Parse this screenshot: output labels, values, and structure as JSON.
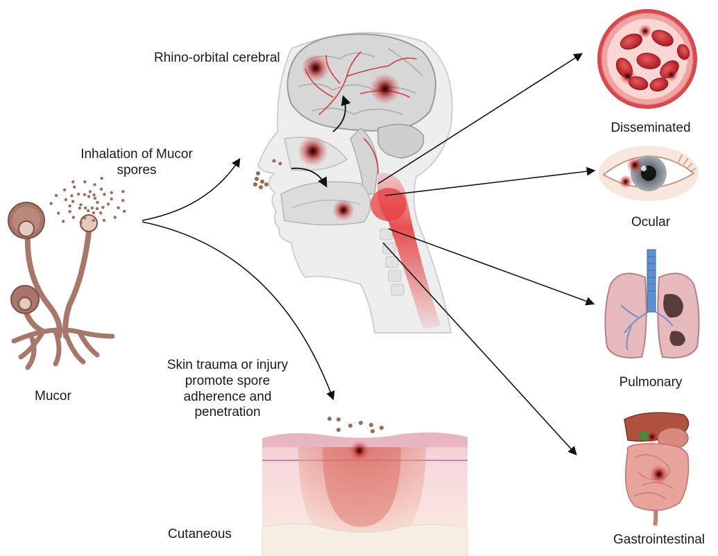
{
  "labels": {
    "mucor": "Mucor",
    "inhalation_line1": "Inhalation of Mucor",
    "inhalation_line2": "spores",
    "rhino": "Rhino-orbital cerebral",
    "skin_line1": "Skin trauma or injury",
    "skin_line2": "promote spore",
    "skin_line3": "adherence and",
    "skin_line4": "penetration",
    "cutaneous": "Cutaneous",
    "disseminated": "Disseminated",
    "ocular": "Ocular",
    "pulmonary": "Pulmonary",
    "gastrointestinal": "Gastrointestinal"
  },
  "icons": {
    "fungus": "mucor-fungus-icon",
    "head": "head-cross-section-icon",
    "vessel": "blood-vessel-icon",
    "eye": "eye-icon",
    "lungs": "lungs-icon",
    "gut": "digestive-system-icon",
    "skin": "skin-layers-icon"
  },
  "colors": {
    "infection_red": "#e23b3b",
    "spore_brown": "#9a6a55",
    "fungus_brown": "#a9776a",
    "blood_red": "#c8242f",
    "arrow": "#111111"
  }
}
